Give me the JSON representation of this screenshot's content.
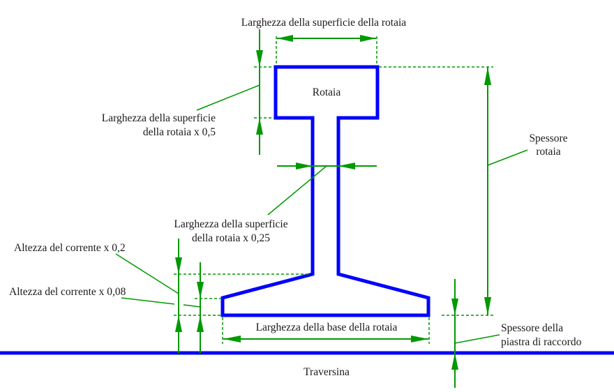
{
  "colors": {
    "rail": "#0000ff",
    "dimension": "#009900",
    "text": "#1a1a1a"
  },
  "labels": {
    "rail": "Rotaia",
    "sleeper": "Traversina",
    "head_width": "Larghezza della superficie della rotaia",
    "head_height_line1": "Larghezza della superficie",
    "head_height_line2": "della rotaia x 0,5",
    "web_width_line1": "Larghezza della superficie",
    "web_width_line2": "della rotaia x 0,25",
    "rail_height_line1": "Spessore",
    "rail_height_line2": "rotaia",
    "foot_height_02": "Altezza del corrente x 0,2",
    "foot_height_008": "Altezza del corrente x 0,08",
    "base_width": "Larghezza della base della rotaia",
    "pad_line1": "Spessore della",
    "pad_line2": "piastra di raccordo"
  }
}
